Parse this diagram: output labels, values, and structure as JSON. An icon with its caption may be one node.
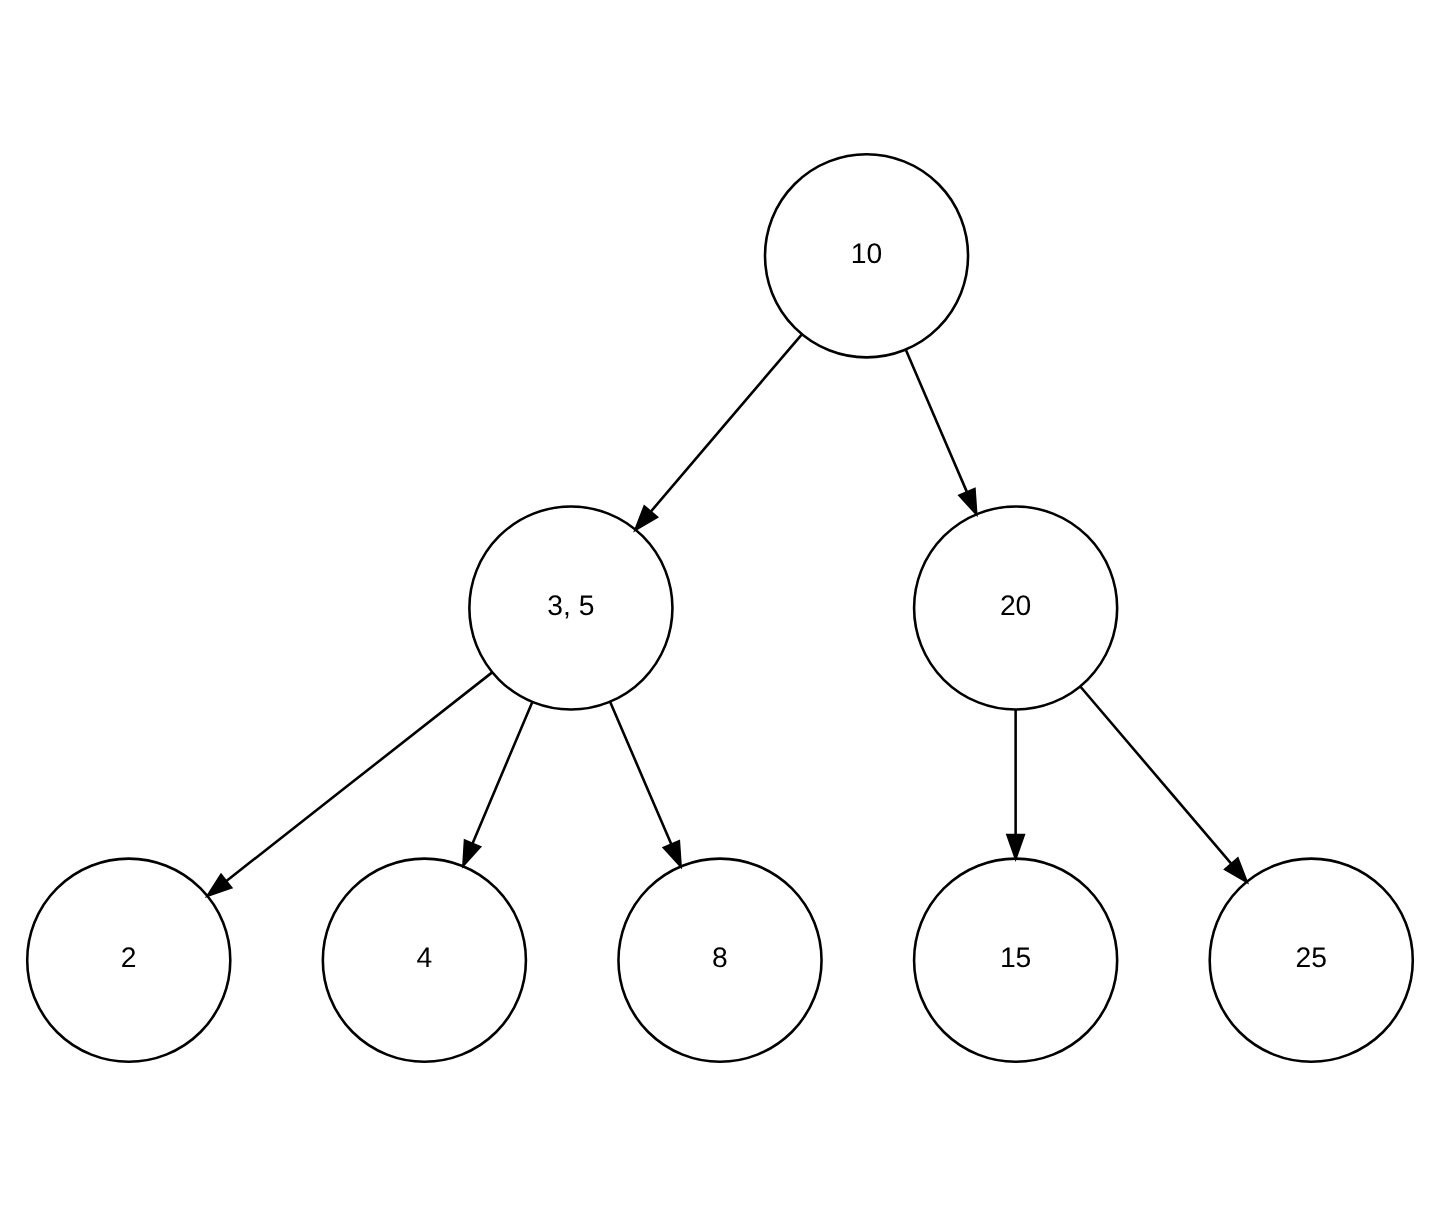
{
  "diagram": {
    "nodes": [
      {
        "text": [
          "10"
        ]
      },
      {
        "text": [
          "3, 5"
        ]
      },
      {
        "text": [
          "20"
        ]
      },
      {
        "text": [
          "2"
        ]
      },
      {
        "text": [
          "4"
        ]
      },
      {
        "text": [
          "8"
        ]
      },
      {
        "text": [
          "15"
        ]
      },
      {
        "text": [
          "25"
        ]
      }
    ],
    "edges": [
      {
        "from": 0,
        "to": 1,
        "arrow": "to"
      },
      {
        "from": 0,
        "to": 2,
        "arrow": "to"
      },
      {
        "from": 1,
        "to": 3,
        "arrow": "to"
      },
      {
        "from": 1,
        "to": 4,
        "arrow": "to"
      },
      {
        "from": 1,
        "to": 5,
        "arrow": "to"
      },
      {
        "from": 2,
        "to": 6,
        "arrow": "to"
      },
      {
        "from": 2,
        "to": 7,
        "arrow": "to"
      }
    ]
  }
}
